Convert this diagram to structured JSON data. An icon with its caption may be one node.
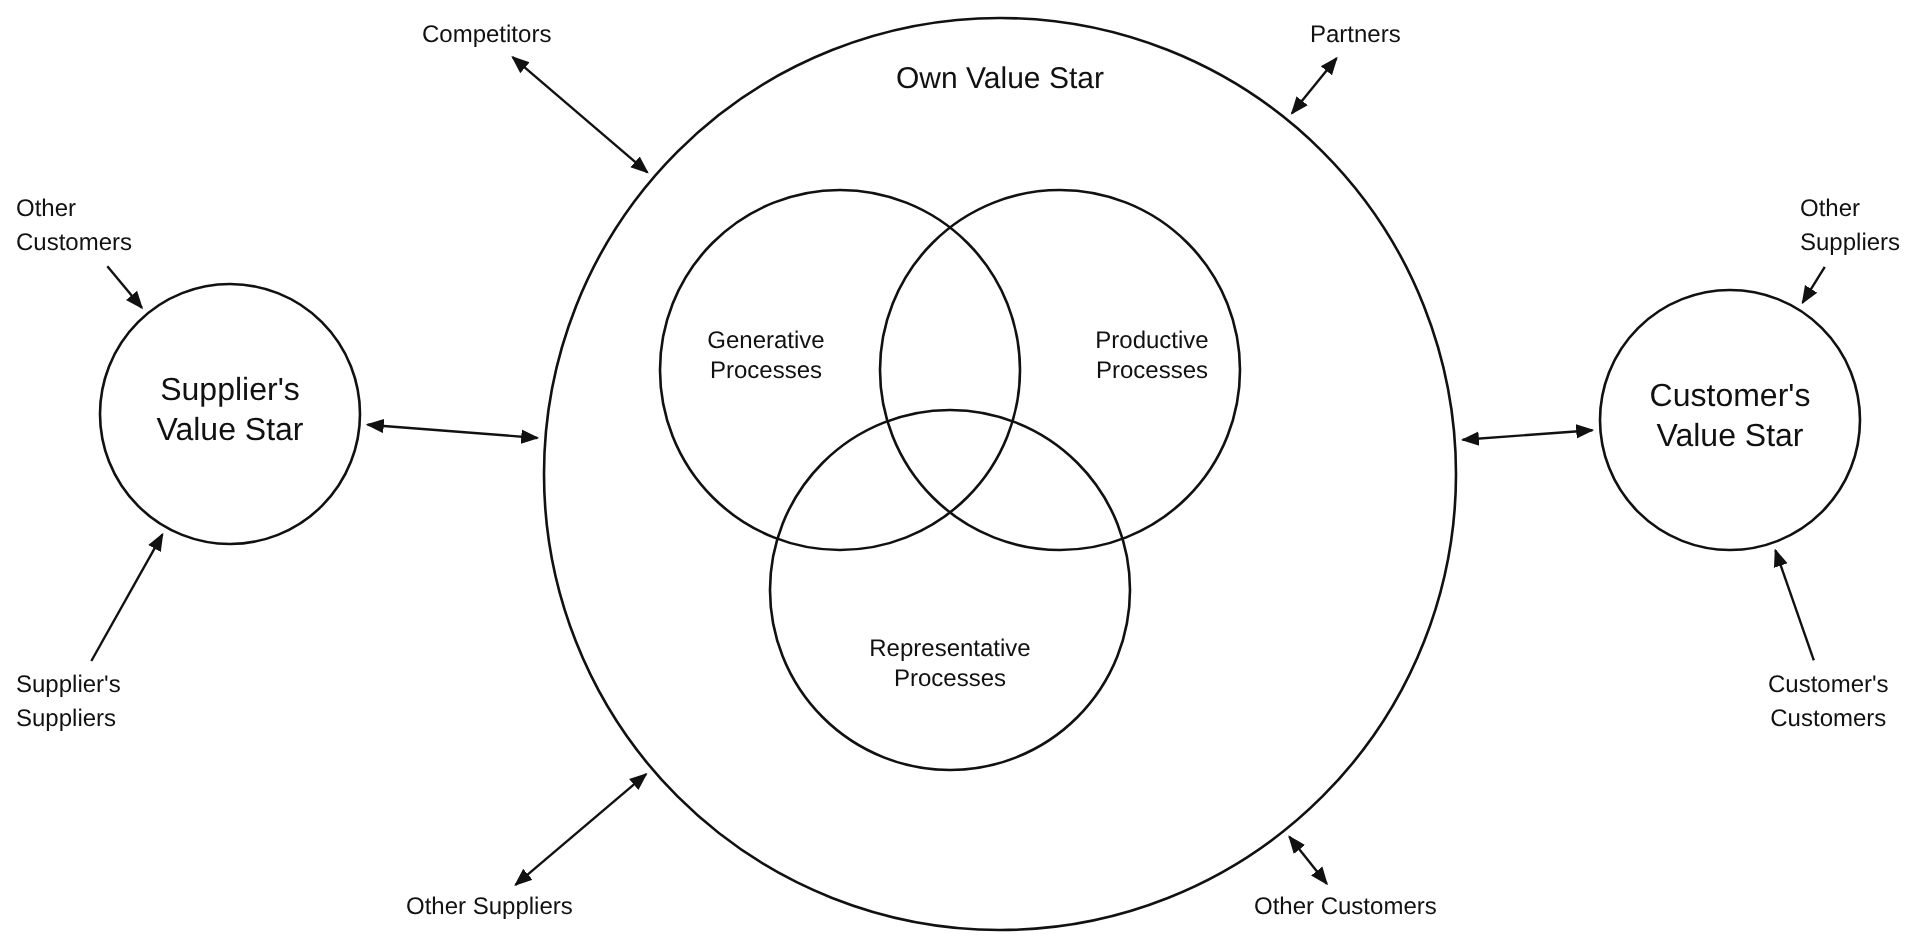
{
  "diagram": {
    "nodes": [
      {
        "text": [
          "Own Value Star"
        ]
      },
      {
        "text": [
          "Generative Processes"
        ],
        "in": 0
      },
      {
        "text": [
          "Productive Processes"
        ],
        "in": 0
      },
      {
        "text": [
          "Representative Processes"
        ],
        "in": 0
      },
      {
        "text": [
          "Supplier's Value Star"
        ]
      },
      {
        "text": [
          "Customer's Value Star"
        ]
      },
      {
        "text": [
          "Competitors"
        ]
      },
      {
        "text": [
          "Partners"
        ]
      },
      {
        "text": [
          "Other Customers"
        ]
      },
      {
        "text": [
          "Supplier's Suppliers"
        ]
      },
      {
        "text": [
          "Other Suppliers"
        ]
      },
      {
        "text": [
          "Customer's Customers"
        ]
      },
      {
        "text": [
          "Other Suppliers"
        ]
      },
      {
        "text": [
          "Other Customers"
        ]
      }
    ],
    "edges": [
      {
        "from": 6,
        "to": 0,
        "arrow": "both"
      },
      {
        "from": 7,
        "to": 0,
        "arrow": "both"
      },
      {
        "from": 4,
        "to": 0,
        "arrow": "both"
      },
      {
        "from": 0,
        "to": 5,
        "arrow": "both"
      },
      {
        "from": 12,
        "to": 0,
        "arrow": "both"
      },
      {
        "from": 13,
        "to": 0,
        "arrow": "both"
      },
      {
        "from": 8,
        "to": 4,
        "arrow": "to"
      },
      {
        "from": 9,
        "to": 4,
        "arrow": "to"
      },
      {
        "from": 10,
        "to": 5,
        "arrow": "to"
      },
      {
        "from": 11,
        "to": 5,
        "arrow": "to"
      }
    ]
  }
}
